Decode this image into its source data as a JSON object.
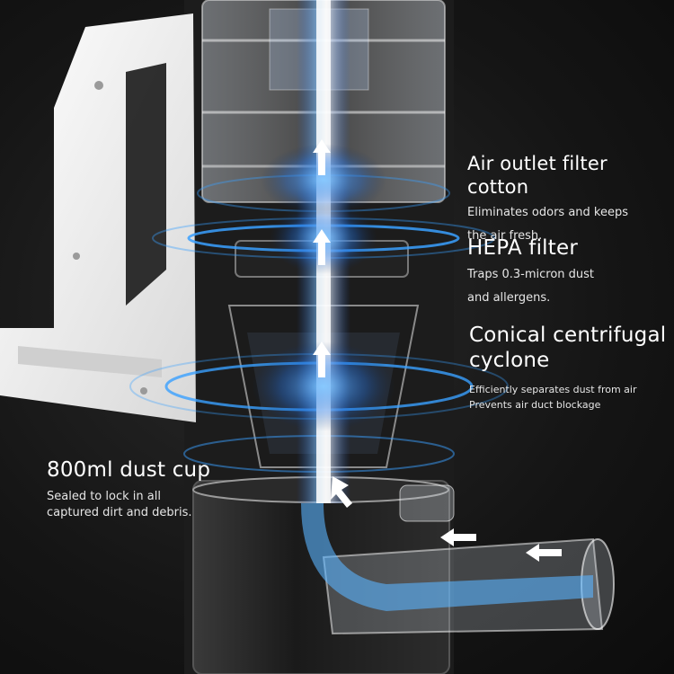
{
  "features": [
    {
      "title": "Air outlet filter cotton",
      "desc_lines": [
        "Eliminates odors and keeps",
        "the air fresh."
      ]
    },
    {
      "title": "HEPA filter",
      "desc_lines": [
        "Traps 0.3-micron dust",
        "and allergens."
      ]
    },
    {
      "title_lines": [
        "Conical centrifugal",
        "cyclone"
      ],
      "desc_lines": [
        "Efficiently separates dust from air",
        "Prevents air duct blockage"
      ]
    },
    {
      "title": "800ml dust cup",
      "desc_lines": [
        "Sealed to lock in all",
        "captured dirt and debris."
      ]
    }
  ],
  "colors": {
    "background": "#151515",
    "airflow_blue": "#3aa0ff",
    "handle_white": "#f2f2f2",
    "text": "#ffffff"
  }
}
